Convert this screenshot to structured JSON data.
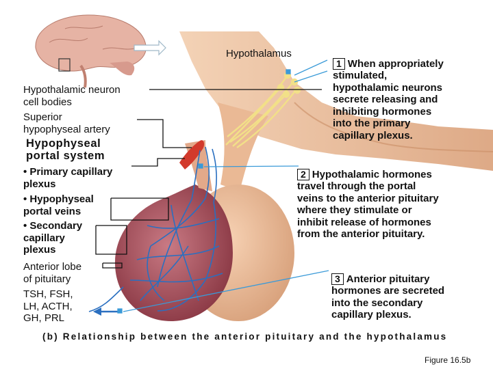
{
  "labels": {
    "hypothalamus": "Hypothalamus",
    "neuron_cell_bodies": "Hypothalamic neuron\ncell bodies",
    "sup_hyp_artery": "Superior\nhypophyseal artery",
    "portal_system": "Hypophyseal\nportal system",
    "primary_plexus": "• Primary capillary\n   plexus",
    "portal_veins": "• Hypophyseal\n   portal veins",
    "secondary_plexus": "• Secondary\n   capillary\n   plexus",
    "anterior_lobe": "Anterior lobe\nof pituitary",
    "hormones": "TSH, FSH,\nLH, ACTH,\nGH, PRL"
  },
  "steps": [
    {
      "num": "1",
      "text": "When appropriately\nstimulated,\nhypothalamic neurons\nsecrete releasing and\ninhibiting hormones\ninto the primary\ncapillary plexus."
    },
    {
      "num": "2",
      "text": "Hypothalamic hormones\ntravel through the portal\nveins to the anterior pituitary\nwhere they stimulate or\ninhibit release of hormones\nfrom the anterior pituitary."
    },
    {
      "num": "3",
      "text": "Anterior pituitary\nhormones are secreted\ninto the secondary\ncapillary plexus."
    }
  ],
  "caption": "(b) Relationship between the anterior pituitary and the hypothalamus",
  "figure_label": "Figure 16.5b",
  "colors": {
    "tissue": "#e8b892",
    "tissue_dark": "#c98e66",
    "anterior_lobe": "#b25a66",
    "vessel_blue": "#2a6fc0",
    "artery_red": "#d23a2c",
    "neuron": "#f2e088",
    "leader_blue": "#3a9ad8"
  },
  "icons": [
    "brain-thumbnail-icon",
    "callout-arrow-icon",
    "blood-flow-arrow-icon"
  ]
}
